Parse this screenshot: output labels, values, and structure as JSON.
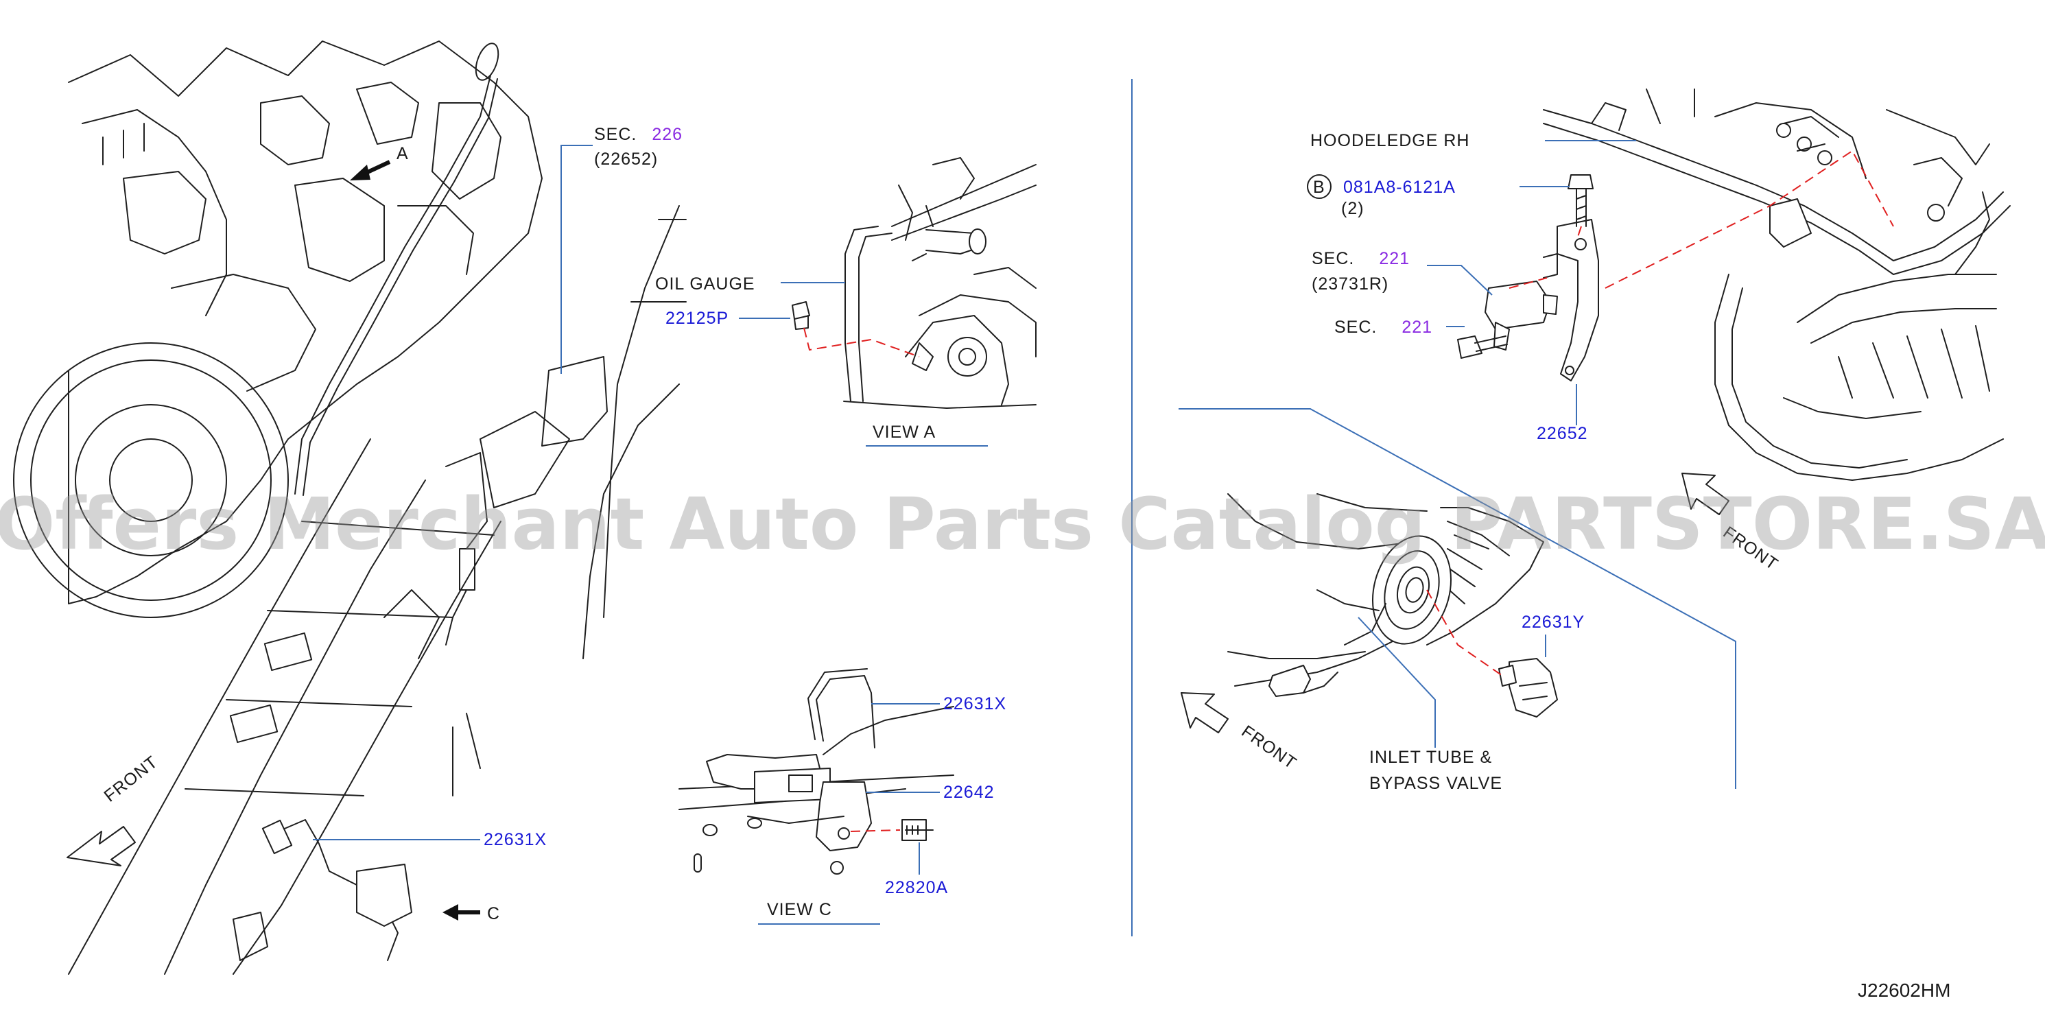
{
  "diagram_id": "J22602HM",
  "watermark": "Offers Merchant Auto Parts Catalog PARTSTORE.SA",
  "colors": {
    "part_number": "#1a1ad6",
    "section_ref": "#8a2be2",
    "leader": "#3b6fb6",
    "alignment": "#e02020",
    "line": "#1f1f1f"
  },
  "left_panel": {
    "sec_label": "SEC.",
    "sec_number": "226",
    "sec_sub": "(22652)",
    "arrow_a": "A",
    "arrow_c": "C",
    "front": "FRONT",
    "part_sensor": "22631X"
  },
  "view_a": {
    "oil_gauge": "OIL  GAUGE",
    "plug": "22125P",
    "caption": "VIEW    A"
  },
  "view_c": {
    "sensor": "22631X",
    "bracket": "22642",
    "bolt": "22820A",
    "caption": "VIEW    C"
  },
  "right_panel": {
    "hoodledge": "HOODELEDGE   RH",
    "badge": "B",
    "bolt": "081A8-6121A",
    "bolt_qty": "(2)",
    "sec1_label": "SEC.",
    "sec1_number": "221",
    "sec1_sub": "(23731R)",
    "sec2_label": "SEC.",
    "sec2_number": "221",
    "bracket": "22652",
    "front_upper": "FRONT",
    "sensor": "22631Y",
    "inlet_line1": "INLET  TUBE  &",
    "inlet_line2": "BYPASS  VALVE",
    "front_lower": "FRONT"
  }
}
